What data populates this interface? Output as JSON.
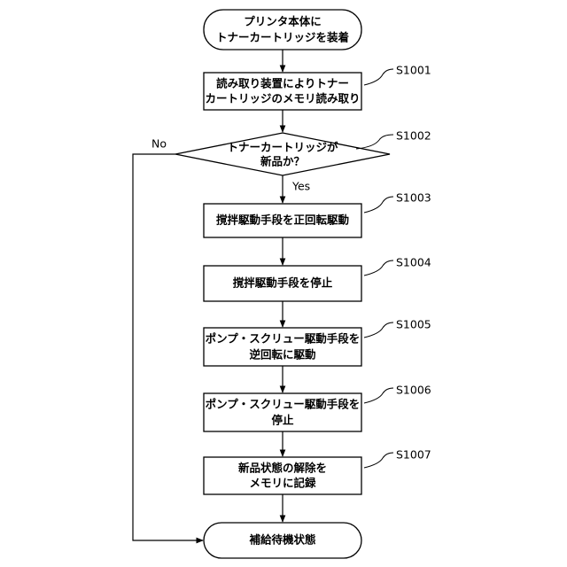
{
  "nodes": [
    {
      "id": "start",
      "lines": [
        "プリンタ本体に",
        "トナーカートリッジを装着"
      ]
    },
    {
      "id": "s1001",
      "step": "S1001",
      "lines": [
        "読み取り装置によりトナー",
        "カートリッジのメモリ読み取り"
      ]
    },
    {
      "id": "s1002",
      "step": "S1002",
      "lines": [
        "トナーカートリッジが",
        "新品か？"
      ]
    },
    {
      "id": "s1003",
      "step": "S1003",
      "lines": [
        "撹拌駆動手段を正回転駆動"
      ]
    },
    {
      "id": "s1004",
      "step": "S1004",
      "lines": [
        "撹拌駆動手段を停止"
      ]
    },
    {
      "id": "s1005",
      "step": "S1005",
      "lines": [
        "ポンプ・スクリュー駆動手段を",
        "逆回転に駆動"
      ]
    },
    {
      "id": "s1006",
      "step": "S1006",
      "lines": [
        "ポンプ・スクリュー駆動手段を",
        "停止"
      ]
    },
    {
      "id": "s1007",
      "step": "S1007",
      "lines": [
        "新品状態の解除を",
        "メモリに記録"
      ]
    },
    {
      "id": "end",
      "lines": [
        "補給待機状態"
      ]
    }
  ],
  "branches": {
    "yes": "Yes",
    "no": "No"
  }
}
